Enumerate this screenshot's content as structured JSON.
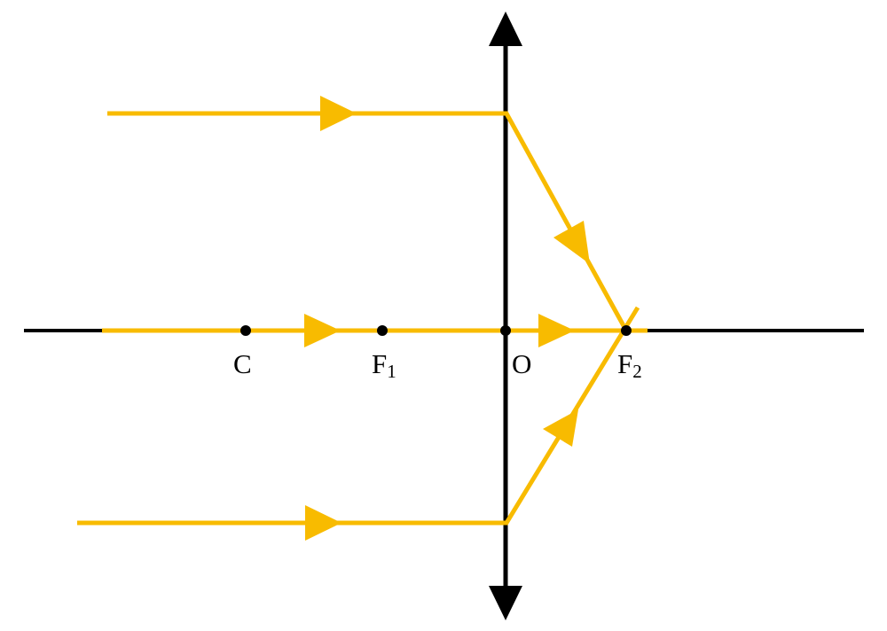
{
  "labels": {
    "center": "C",
    "focus_1": {
      "letter": "F",
      "subscript": "1"
    },
    "optical_center": "O",
    "focus_2": {
      "letter": "F",
      "subscript": "2"
    }
  },
  "colors": {
    "ray": "#f8bb00",
    "axis": "#000000",
    "lens": "#000000",
    "point": "#000000"
  }
}
